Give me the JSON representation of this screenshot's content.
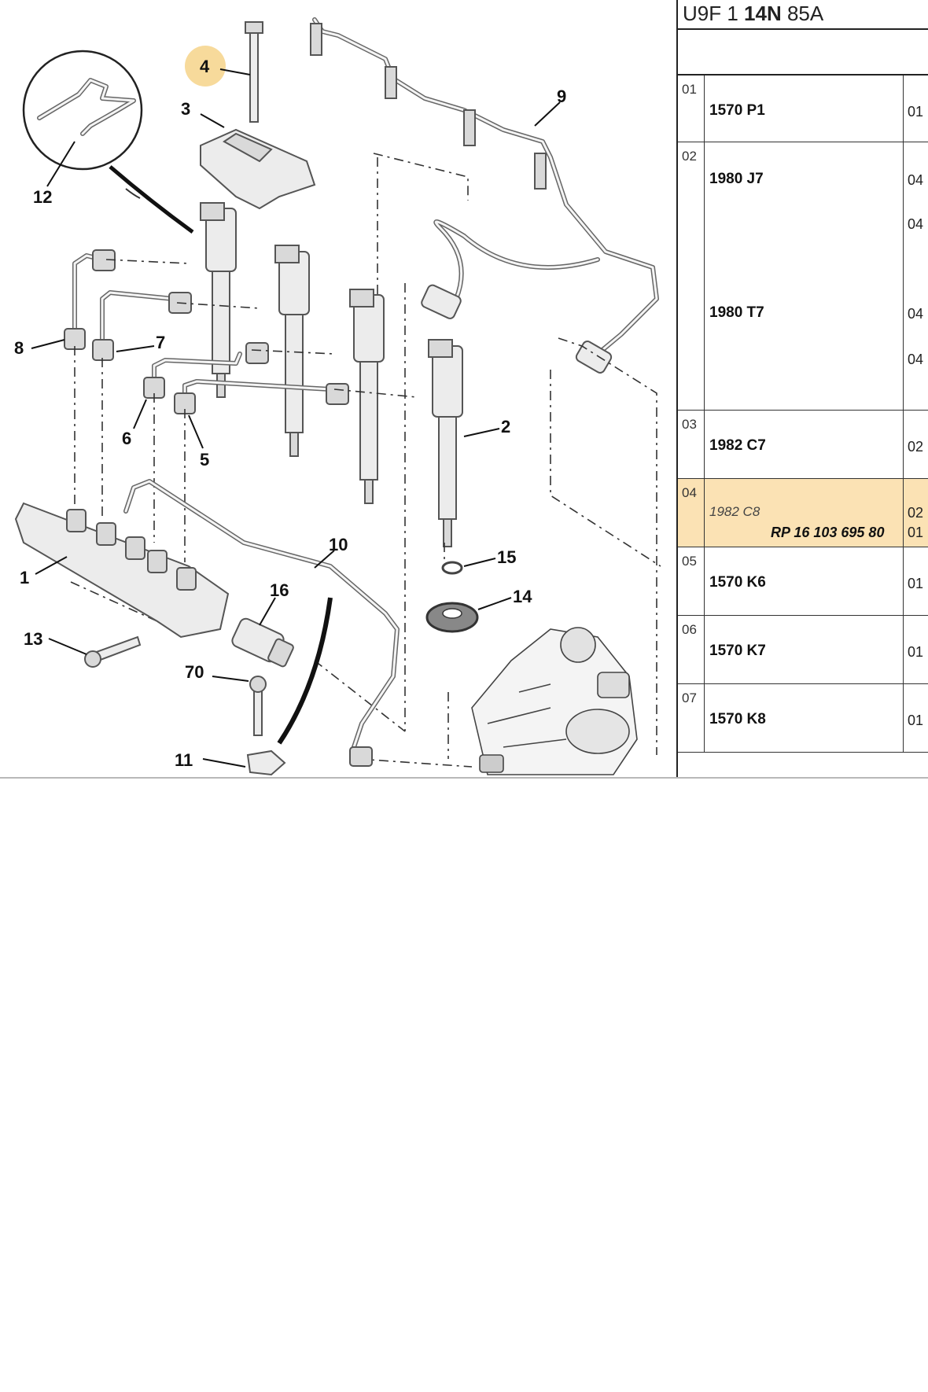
{
  "callouts": [
    "4",
    "3",
    "12",
    "9",
    "8",
    "7",
    "6",
    "5",
    "2",
    "1",
    "10",
    "16",
    "15",
    "14",
    "13",
    "70",
    "11"
  ],
  "table": {
    "header": {
      "prefix": "U9F 1 ",
      "bold": "14N",
      "suffix": " 85A"
    },
    "rows": [
      {
        "index": "01",
        "codes": [
          "1570 P1"
        ],
        "qty": [
          "01"
        ]
      },
      {
        "index": "02",
        "codes": [
          "1980 J7",
          "1980 T7"
        ],
        "qty": [
          "04",
          "04",
          "04",
          "04"
        ]
      },
      {
        "index": "03",
        "codes": [
          "1982 C7"
        ],
        "qty": [
          "02"
        ]
      },
      {
        "index": "04",
        "codes": [
          "1982 C8"
        ],
        "ref": "RP 16 103 695 80",
        "qty": [
          "02",
          "01"
        ],
        "highlighted": true
      },
      {
        "index": "05",
        "codes": [
          "1570 K6"
        ],
        "qty": [
          "01"
        ]
      },
      {
        "index": "06",
        "codes": [
          "1570 K7"
        ],
        "qty": [
          "01"
        ]
      },
      {
        "index": "07",
        "codes": [
          "1570 K8"
        ],
        "qty": [
          "01"
        ]
      }
    ]
  },
  "colors": {
    "highlight": "#fbe2b4",
    "callout_marker": "#f6d38a"
  }
}
